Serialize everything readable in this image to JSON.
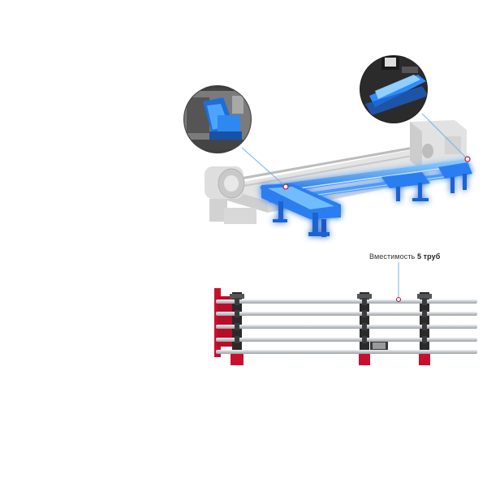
{
  "capacity_callout": {
    "prefix": "Вместимость",
    "value": "5 труб"
  },
  "colors": {
    "glow": "#2f8cff",
    "glow_light": "#7ec4ff",
    "frame_red": "#c8102e",
    "machine_gray": "#d9d9d9",
    "pipe_gray": "#c9ccd0",
    "callout_line": "#6cb6e8"
  },
  "icons": {
    "detail_left": "loader-clamp-detail",
    "detail_right": "controller-panel-detail"
  }
}
